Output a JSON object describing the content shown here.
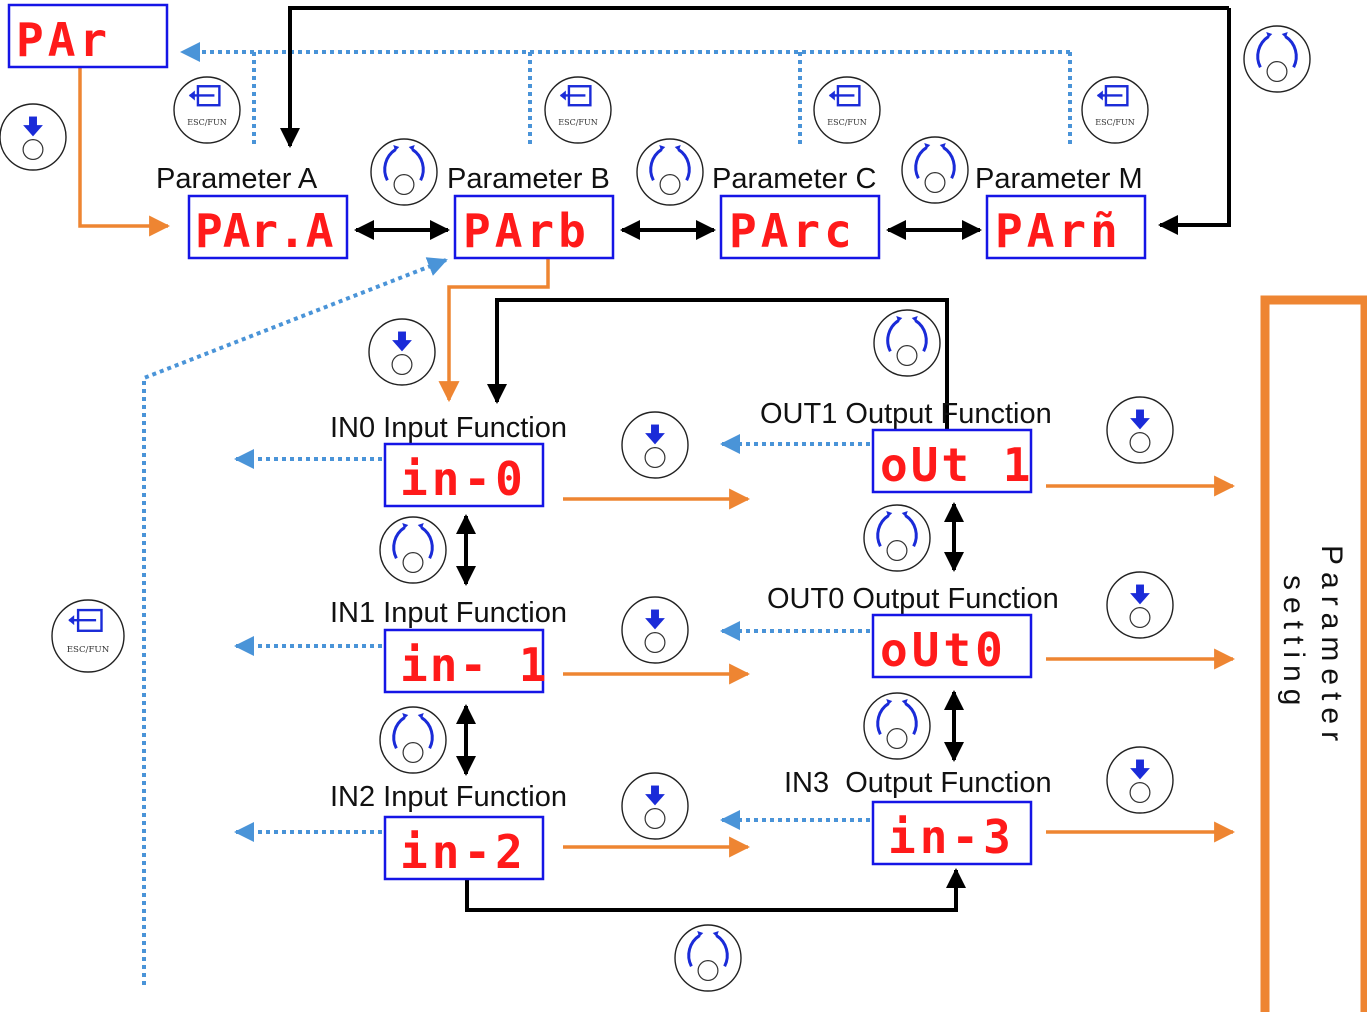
{
  "menu_display": "PAr",
  "parameters": [
    {
      "label": "Parameter A",
      "display": "PAr.A"
    },
    {
      "label": "Parameter B",
      "display": "PArb"
    },
    {
      "label": "Parameter C",
      "display": "PArc"
    },
    {
      "label": "Parameter M",
      "display": "PArñ"
    }
  ],
  "functions": [
    {
      "label": "IN0 Input Function",
      "display": "in-0"
    },
    {
      "label": "IN1 Input Function",
      "display": "in- 1"
    },
    {
      "label": "IN2 Input Function",
      "display": "in-2"
    },
    {
      "label": "OUT1 Output Function",
      "display": "oUt 1"
    },
    {
      "label": "OUT0 Output Function",
      "display": "oUt0"
    },
    {
      "label": "IN3  Output Function",
      "display": "in-3"
    }
  ],
  "esc_label": "ESC/FUN",
  "setting_panel": {
    "line1": "Parameter",
    "line2": "setting"
  },
  "colors": {
    "display_text": "#ff1a1a",
    "display_border": "#1515e6",
    "return_path": "#4a94d8",
    "enter_path": "#ee8532",
    "cycle_path": "#000000"
  },
  "icons": {
    "enter": "down-arrow-knob-icon",
    "rotate": "rotary-knob-icon",
    "escape": "esc-fun-icon"
  }
}
